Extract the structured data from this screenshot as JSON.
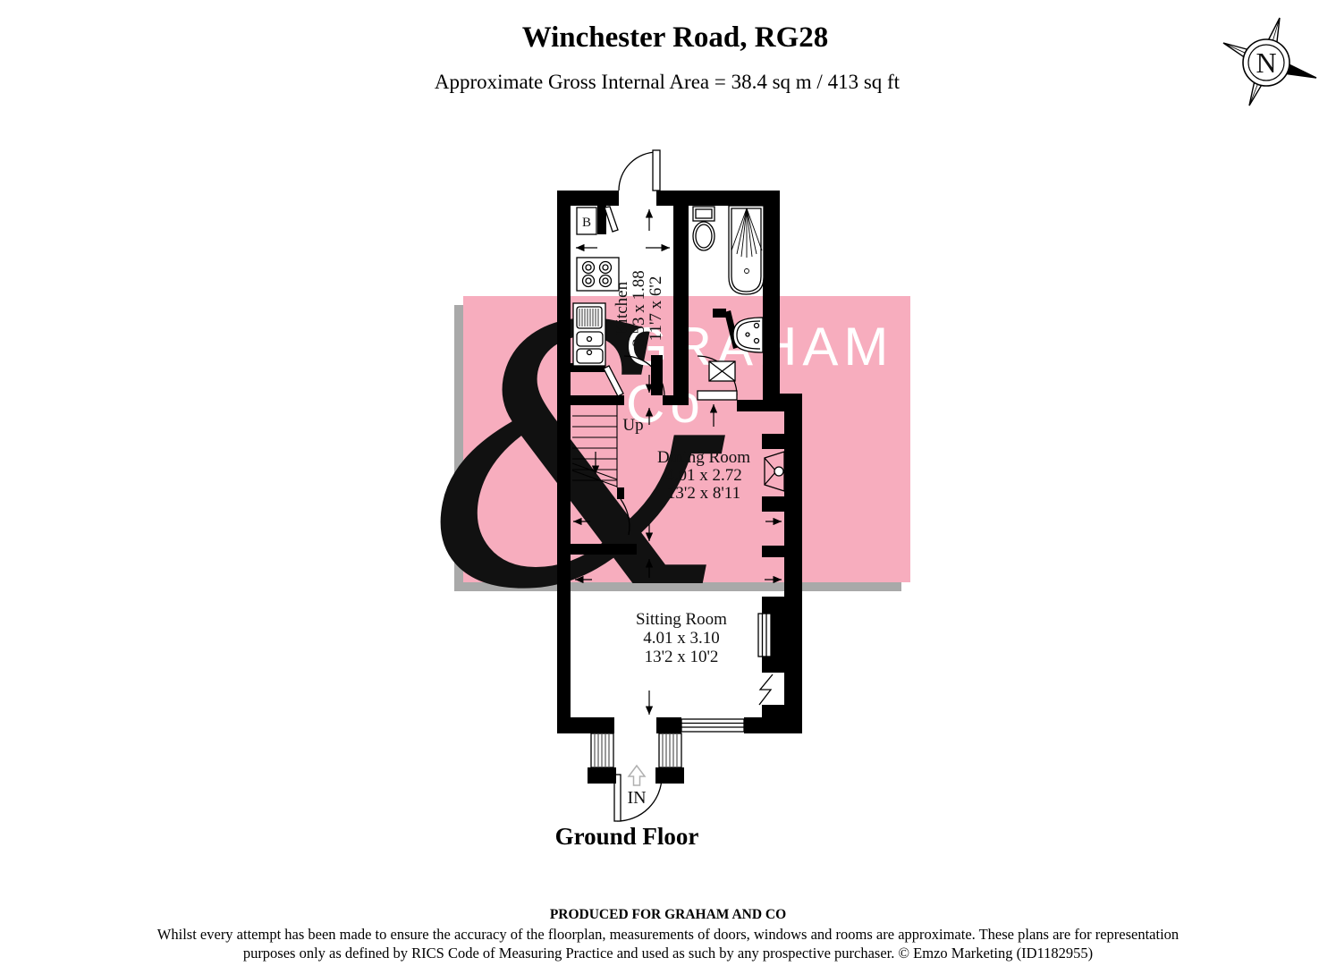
{
  "header": {
    "title": "Winchester Road, RG28",
    "subtitle": "Approximate Gross Internal Area = 38.4 sq m / 413 sq ft"
  },
  "compass": {
    "north_label": "N"
  },
  "watermark": {
    "ampersand": "&",
    "name_line1": "GRAHAM",
    "name_line2": "Co",
    "pink": "#f7adbe",
    "yellow": "#f8f2bd",
    "shadow_gray": "#a9a9a9"
  },
  "floorplan": {
    "floor_label": "Ground Floor",
    "rooms": [
      {
        "name": "Kitchen",
        "metric": "3.53 x 1.88",
        "imperial": "11'7 x 6'2"
      },
      {
        "name": "Dining Room",
        "metric": "4.01 x 2.72",
        "imperial": "13'2 x 8'11"
      },
      {
        "name": "Sitting Room",
        "metric": "4.01 x 3.10",
        "imperial": "13'2 x 10'2"
      }
    ],
    "labels": {
      "up": "Up",
      "in": "IN",
      "boiler": "B"
    }
  },
  "footer": {
    "produced_for": "PRODUCED FOR GRAHAM AND CO",
    "disclaimer_line1": "Whilst every attempt has been made to ensure the accuracy of the floorplan, measurements of doors, windows and rooms are approximate. These plans are for representation",
    "disclaimer_line2": "purposes only as defined by RICS Code of Measuring Practice and used as such by any prospective purchaser. © Emzo Marketing   (ID1182955)"
  }
}
